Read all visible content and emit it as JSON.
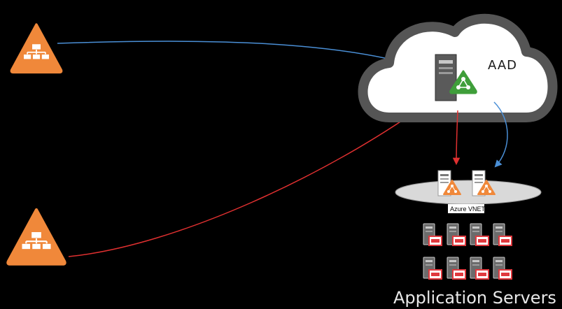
{
  "labels": {
    "cloud": "AAD",
    "vnet": "Azure VNET",
    "app_servers": "Application Servers"
  },
  "icons": {
    "site_top": "network-site-icon",
    "site_bottom": "network-site-icon",
    "cloud_server": "server-icon",
    "cloud_badge": "network-badge-icon",
    "vnet_server": "server-icon",
    "app_server": "application-server-icon"
  },
  "colors": {
    "background": "#000000",
    "site_orange": "#f0883a",
    "connector_blue": "#4a8fd6",
    "connector_red": "#e03030",
    "badge_green": "#3f9e3a",
    "cloud_stroke": "#555555",
    "vnet_fill": "#d9d9d9",
    "app_server_accent": "#e0393e"
  }
}
